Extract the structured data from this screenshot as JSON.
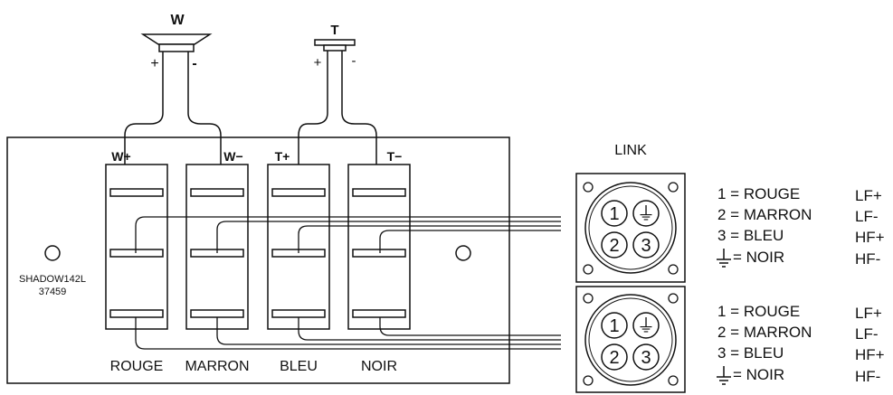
{
  "speakers": {
    "woofer": {
      "label": "W",
      "plus": "+",
      "minus": "-"
    },
    "tweeter": {
      "label": "T",
      "plus": "+",
      "minus": "-"
    }
  },
  "terminals": {
    "top_labels": [
      "W+",
      "W−",
      "T+",
      "T−"
    ],
    "bottom_labels": [
      "ROUGE",
      "MARRON",
      "BLEU",
      "NOIR"
    ]
  },
  "model": {
    "name": "SHADOW142L",
    "number": "37459"
  },
  "link": {
    "title": "LINK",
    "pins": [
      "1",
      "2",
      "3",
      "⏚"
    ],
    "legend_rows": [
      {
        "color": "1 = ROUGE",
        "signal": "LF+"
      },
      {
        "color": "2 = MARRON",
        "signal": "LF-"
      },
      {
        "color": "3 = BLEU",
        "signal": "HF+"
      },
      {
        "color": "= NOIR",
        "signal": "HF-"
      }
    ]
  }
}
